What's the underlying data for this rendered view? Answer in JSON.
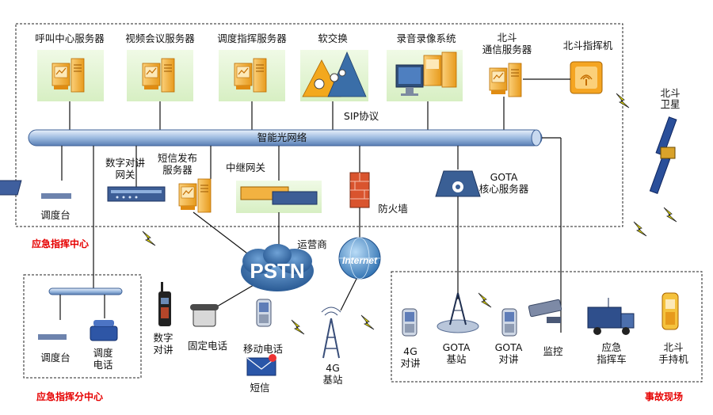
{
  "center": {
    "region_label": "应急指挥中心",
    "servers": {
      "call_center": "呼叫中心服务器",
      "video_conf": "视频会议服务器",
      "dispatch": "调度指挥服务器",
      "softswitch": "软交换",
      "recording": "录音录像系统",
      "beidou_server_l1": "北斗",
      "beidou_server_l2": "通信服务器",
      "beidou_command": "北斗指挥机"
    },
    "protocol": "SIP协议",
    "network": "智能光网络",
    "lower": {
      "console": "调度台",
      "radio_gw_l1": "数字对讲",
      "radio_gw_l2": "网关",
      "sms_l1": "短信发布",
      "sms_l2": "服务器",
      "relay_gw": "中继网关",
      "firewall": "防火墙",
      "gota_l1": "GOTA",
      "gota_l2": "核心服务器"
    }
  },
  "satellite": {
    "l1": "北斗",
    "l2": "卫星"
  },
  "operator": "运营商",
  "pstn": "PSTN",
  "internet": "Internet",
  "sub_center": {
    "region_label": "应急指挥分中心",
    "console": "调度台",
    "phone_l1": "调度",
    "phone_l2": "电话"
  },
  "terminals": {
    "radio_l1": "数字",
    "radio_l2": "对讲",
    "landline": "固定电话",
    "mobile": "移动电话",
    "sms": "短信",
    "bs4g_l1": "4G",
    "bs4g_l2": "基站"
  },
  "scene": {
    "region_label": "事故现场",
    "t4g_l1": "4G",
    "t4g_l2": "对讲",
    "gota_bs_l1": "GOTA",
    "gota_bs_l2": "基站",
    "gota_radio_l1": "GOTA",
    "gota_radio_l2": "对讲",
    "monitor": "监控",
    "vehicle_l1": "应急",
    "vehicle_l2": "指挥车",
    "handheld_l1": "北斗",
    "handheld_l2": "手持机"
  }
}
